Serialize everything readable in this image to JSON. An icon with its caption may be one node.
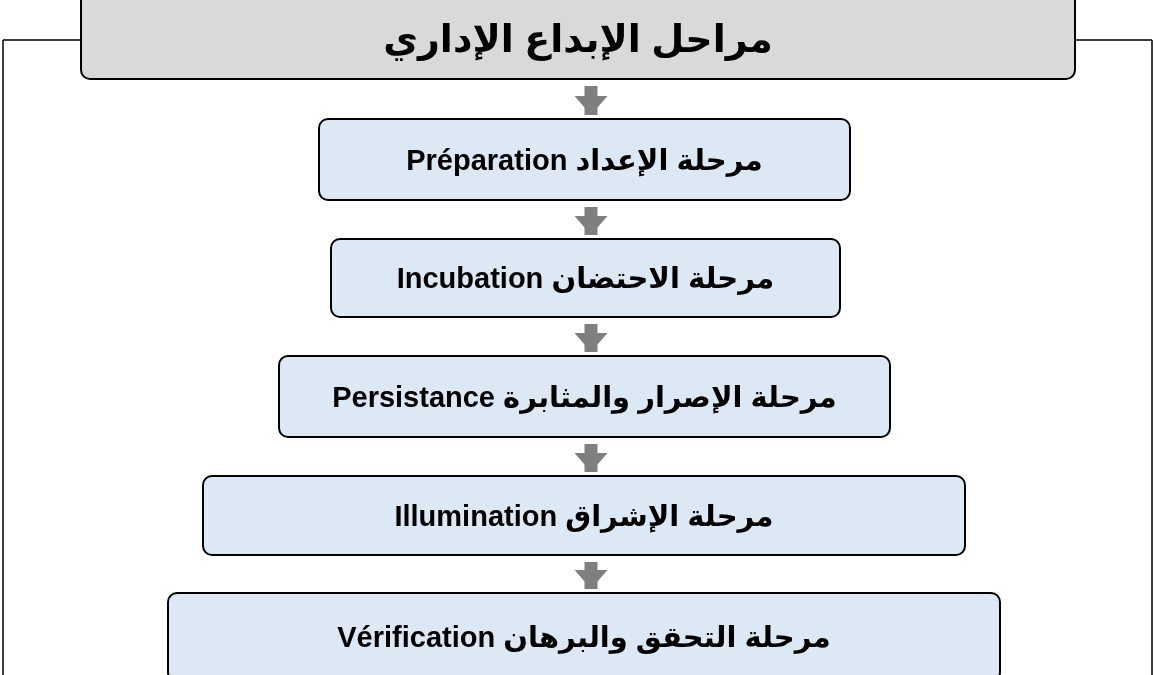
{
  "diagram": {
    "nodes": [
      {
        "text": [
          "مراحل الإبداع الإداري"
        ]
      },
      {
        "text": [
          "Préparation مرحلة الإعداد"
        ]
      },
      {
        "text": [
          "Incubation مرحلة الاحتضان"
        ]
      },
      {
        "text": [
          "Persistance مرحلة الإصرار والمثابرة"
        ]
      },
      {
        "text": [
          "Illumination مرحلة الإشراق"
        ]
      },
      {
        "text": [
          "Vérification مرحلة التحقق والبرهان"
        ]
      }
    ],
    "edges": [
      {
        "from": 0,
        "to": 1,
        "arrow": "to"
      },
      {
        "from": 1,
        "to": 2,
        "arrow": "to"
      },
      {
        "from": 2,
        "to": 3,
        "arrow": "to"
      },
      {
        "from": 3,
        "to": 4,
        "arrow": "to"
      },
      {
        "from": 4,
        "to": 5,
        "arrow": "to"
      }
    ]
  }
}
